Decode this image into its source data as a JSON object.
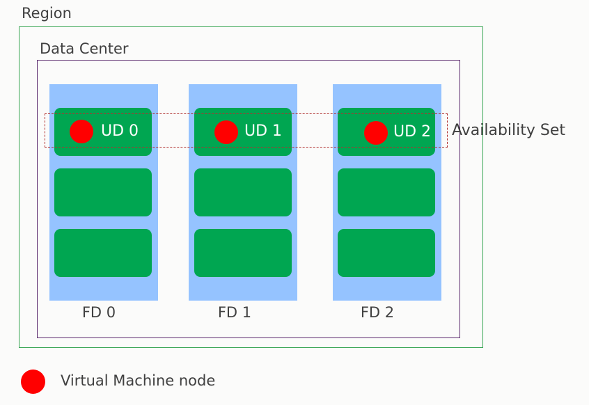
{
  "region": {
    "label": "Region"
  },
  "data_center": {
    "label": "Data Center"
  },
  "fault_domains": [
    {
      "label": "FD 0",
      "update_domain": "UD 0"
    },
    {
      "label": "FD 1",
      "update_domain": "UD 1"
    },
    {
      "label": "FD 2",
      "update_domain": "UD 2"
    }
  ],
  "availability_set": {
    "label": "Availability Set"
  },
  "legend": {
    "label": "Virtual Machine node"
  },
  "colors": {
    "fault_domain": "#95c3ff",
    "node_slot": "#00a651",
    "vm_node": "#ff0000",
    "region_border": "#3aa655",
    "data_center_border": "#5b2a6e",
    "availability_set_border": "#b03030"
  }
}
